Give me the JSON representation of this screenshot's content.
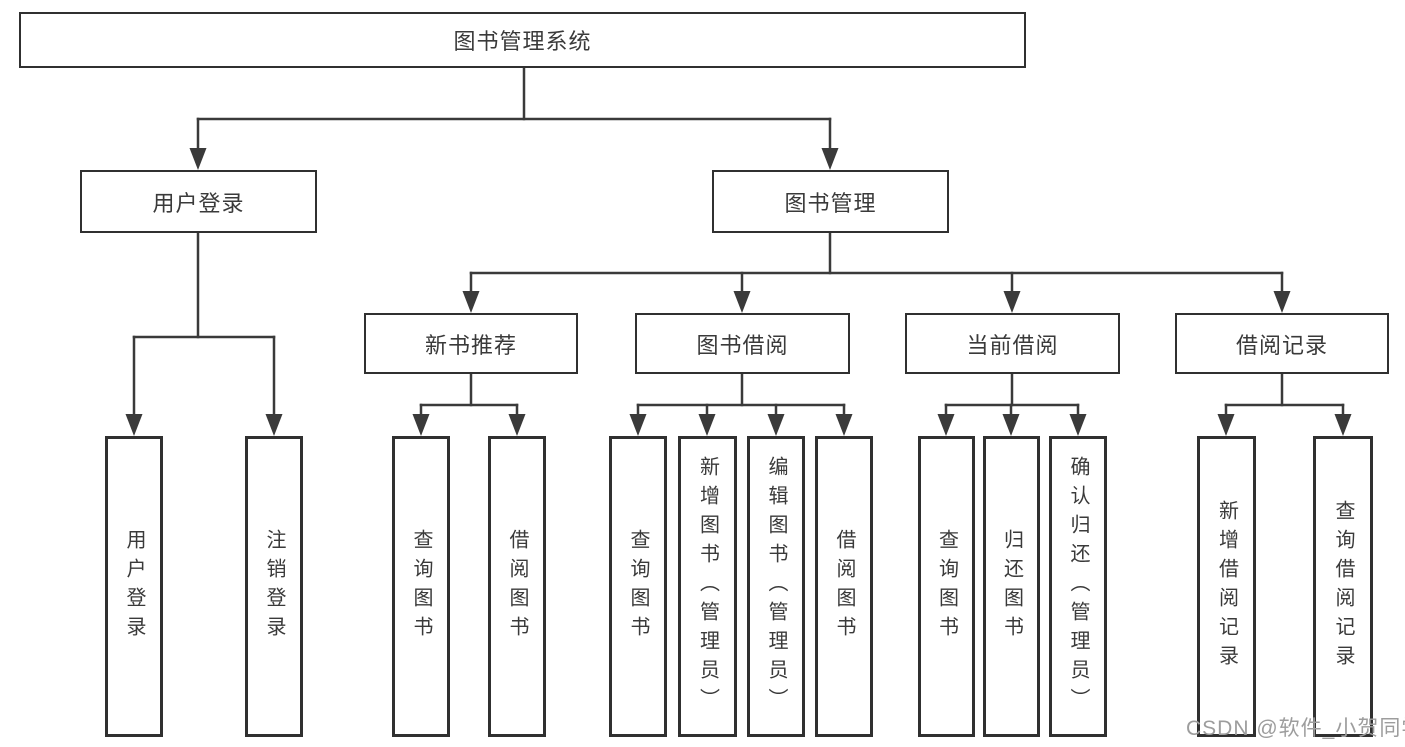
{
  "diagram": {
    "root": {
      "label": "图书管理系统",
      "children": [
        {
          "label": "用户登录",
          "children": [
            {
              "label": "用户登录"
            },
            {
              "label": "注销登录"
            }
          ]
        },
        {
          "label": "图书管理",
          "children": [
            {
              "label": "新书推荐",
              "children": [
                {
                  "label": "查询图书"
                },
                {
                  "label": "借阅图书"
                }
              ]
            },
            {
              "label": "图书借阅",
              "children": [
                {
                  "label": "查询图书"
                },
                {
                  "label": "新增图书（管理员）"
                },
                {
                  "label": "编辑图书（管理员）"
                },
                {
                  "label": "借阅图书"
                }
              ]
            },
            {
              "label": "当前借阅",
              "children": [
                {
                  "label": "查询图书"
                },
                {
                  "label": "归还图书"
                },
                {
                  "label": "确认归还（管理员）"
                }
              ]
            },
            {
              "label": "借阅记录",
              "children": [
                {
                  "label": "新增借阅记录"
                },
                {
                  "label": "查询借阅记录"
                }
              ]
            }
          ]
        }
      ]
    }
  },
  "watermark": "CSDN @软件_小贺同学",
  "colors": {
    "line": "#3a3a3a",
    "box_border": "#303030",
    "text": "#3a3a3a",
    "watermark_text": "#9d9d9d",
    "background": "#ffffff"
  }
}
